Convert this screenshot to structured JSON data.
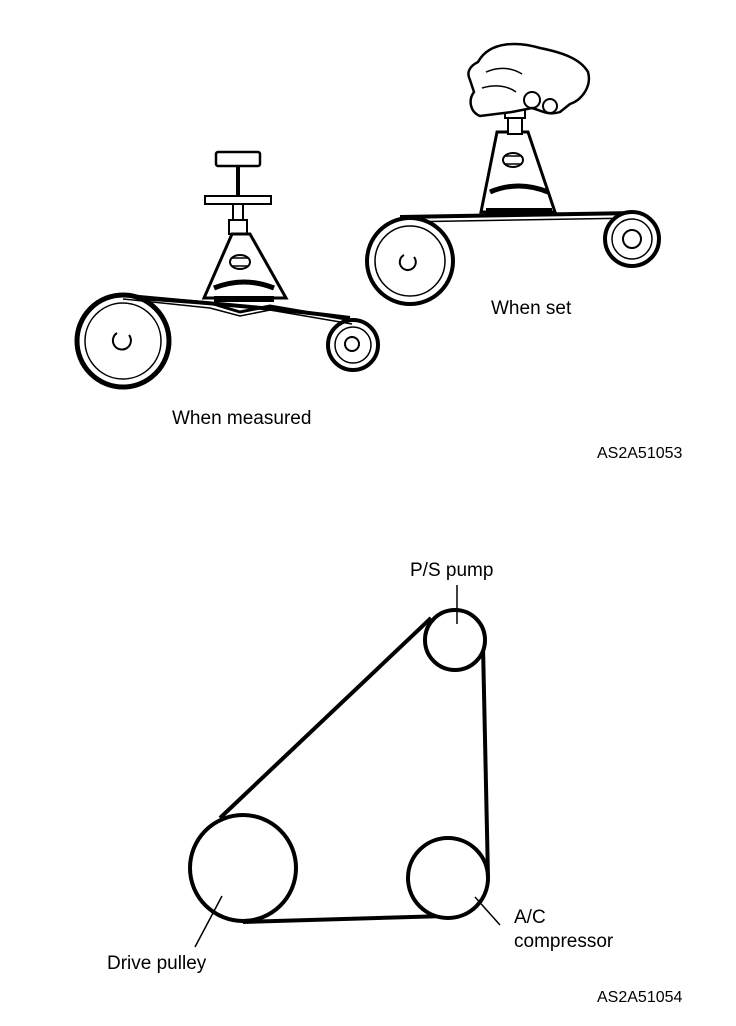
{
  "figure_top": {
    "label_when_measured": "When measured",
    "label_when_set": "When set",
    "figure_code": "AS2A51053"
  },
  "figure_bottom": {
    "label_ps_pump": "P/S pump",
    "label_ac_line1": "A/C",
    "label_ac_line2": "compressor",
    "label_drive_pulley": "Drive pulley",
    "figure_code": "AS2A51054"
  },
  "colors": {
    "ink": "#000000",
    "paper": "#ffffff"
  }
}
